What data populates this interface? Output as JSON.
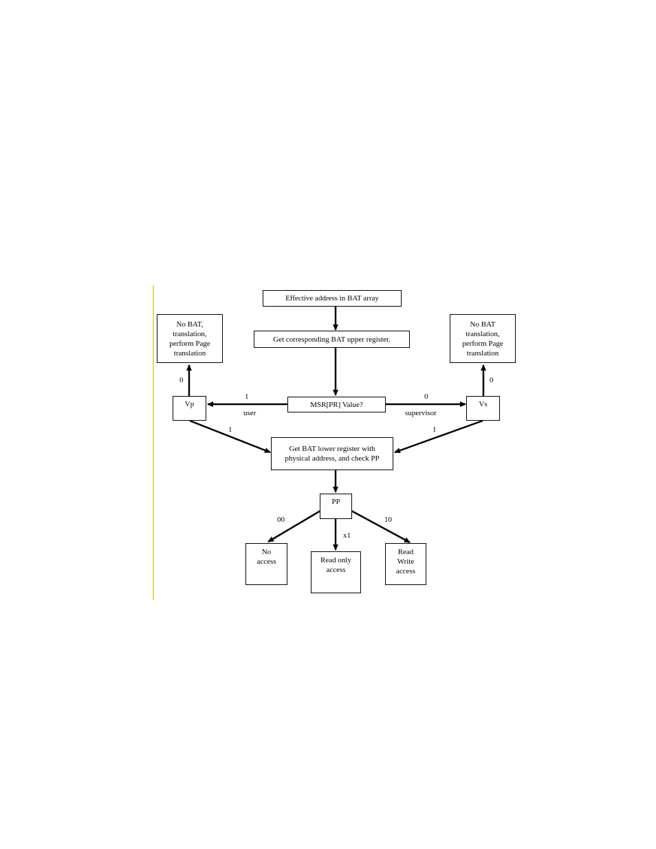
{
  "nodes": {
    "effective_address": "Effective address in BAT array",
    "get_upper": "Get corresponding BAT upper register.",
    "msr_pr": "MSR[PR] Value?",
    "vp": "Vp",
    "vs": "Vs",
    "no_bat_left": "No BAT, translation, perform Page translation",
    "no_bat_right": "No BAT translation, perform Page translation",
    "get_lower": "Get BAT lower register with physical address, and check PP",
    "pp": "PP",
    "no_access": "No access",
    "read_only": "Read only access",
    "read_write": "Read Write access"
  },
  "edge_labels": {
    "user_value": "1",
    "user_text": "user",
    "supervisor_value": "0",
    "supervisor_text": "supervisor",
    "vp_zero": "0",
    "vs_zero": "0",
    "vp_one": "1",
    "vs_one": "1",
    "pp_00": "00",
    "pp_x1": "x1",
    "pp_10": "10"
  },
  "colors": {
    "margin_line": "#f2e400",
    "stroke": "#000000"
  }
}
